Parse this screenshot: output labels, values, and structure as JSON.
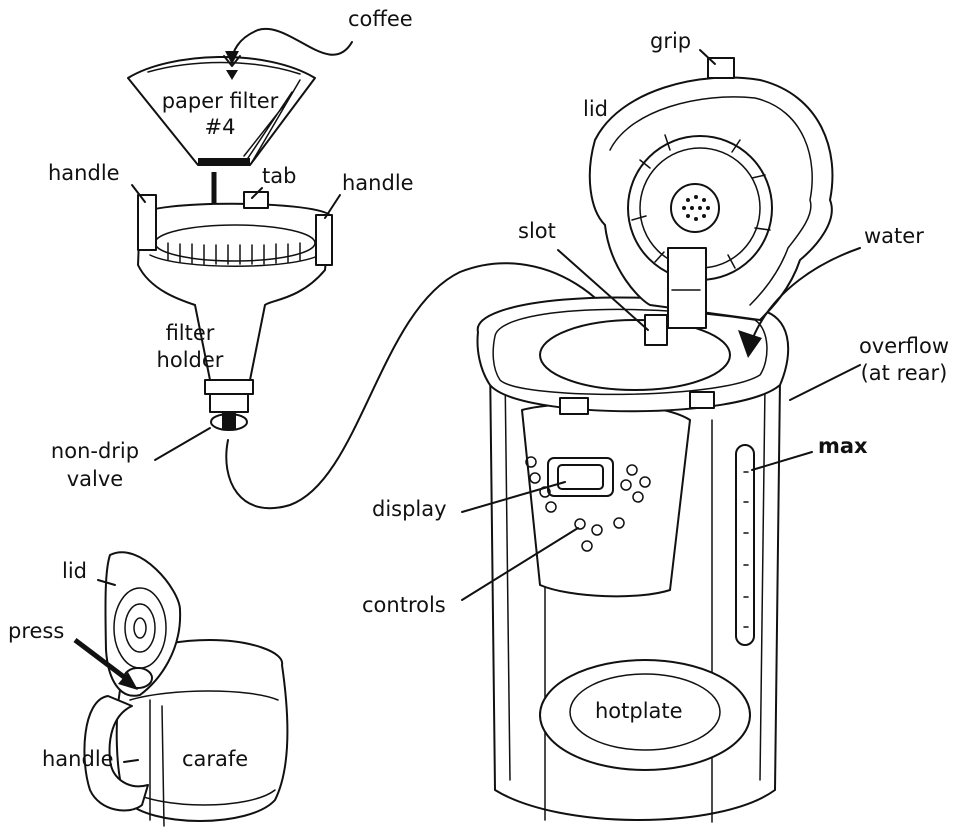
{
  "labels": {
    "coffee": "coffee",
    "paper_filter": "paper filter",
    "filter_number": "#4",
    "tab": "tab",
    "handle_left": "handle",
    "handle_right": "handle",
    "filter": "filter",
    "holder": "holder",
    "non_drip": "non-drip",
    "valve": "valve",
    "grip": "grip",
    "lid_top": "lid",
    "slot": "slot",
    "water": "water",
    "overflow": "overflow",
    "at_rear": "(at rear)",
    "max": "max",
    "display": "display",
    "controls": "controls",
    "hotplate": "hotplate",
    "lid_carafe": "lid",
    "press": "press",
    "handle_carafe": "handle",
    "carafe": "carafe"
  }
}
